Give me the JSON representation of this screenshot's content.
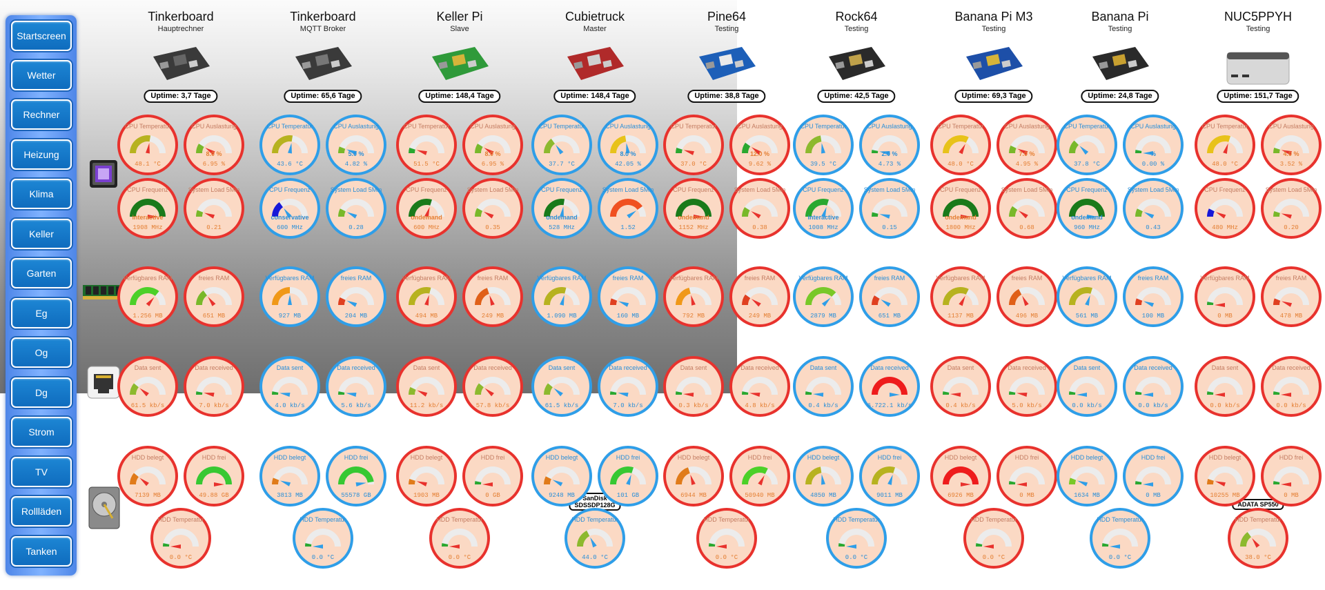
{
  "nav": [
    "Startscreen",
    "Wetter",
    "Rechner",
    "Heizung",
    "Klima",
    "Keller",
    "Garten",
    "Eg",
    "Og",
    "Dg",
    "Strom",
    "TV",
    "Rollläden",
    "Tanken"
  ],
  "colors": {
    "red_theme": "#e8322d",
    "blue_theme": "#2f9ee8",
    "face": "#fbd9c4"
  },
  "devices": [
    {
      "name": "Tinkerboard",
      "subtitle": "Hauptrechner",
      "uptime": "Uptime: 3,7 Tage",
      "theme": "red",
      "gauges": {
        "cpu_temp": {
          "label": "CPU Temperatur",
          "value": "48.1 °C",
          "level": 0.55,
          "color": "#b7b21f"
        },
        "cpu_load": {
          "label": "CPU Auslastung",
          "value": "6.95 %",
          "center": "8.0 %",
          "level": 0.18,
          "color": "#79b82a"
        },
        "cpu_freq": {
          "label": "CPU Frequenz",
          "value": "1908 MHz",
          "center": "interactive",
          "level": 1.0,
          "color": "#1a7a1a"
        },
        "sys_load": {
          "label": "System Load 5Min",
          "value": "0.21",
          "level": 0.12,
          "color": "#79b82a"
        },
        "ram_avail": {
          "label": "Verfügbares RAM",
          "value": "1.256 MB",
          "level": 0.72,
          "color": "#4cd028"
        },
        "ram_free": {
          "label": "freies RAM",
          "value": "651 MB",
          "level": 0.3,
          "color": "#79b82a"
        },
        "net_sent": {
          "label": "Data sent",
          "value": "61.5 kb/s",
          "level": 0.22,
          "color": "#8db92e"
        },
        "net_recv": {
          "label": "Data received",
          "value": "7.0 kb/s",
          "level": 0.06,
          "color": "#2aa830"
        },
        "hdd_used": {
          "label": "HDD belegt",
          "value": "7139 MB",
          "level": 0.22,
          "color": "#e07b1a"
        },
        "hdd_free": {
          "label": "HDD frei",
          "value": "49.88 GB",
          "level": 1.0,
          "color": "#37c832"
        },
        "hdd_temp": {
          "label": "HDD Temperatur",
          "value": "0.0 °C",
          "level": 0.0,
          "color": "#2aa830"
        }
      }
    },
    {
      "name": "Tinkerboard",
      "subtitle": "MQTT Broker",
      "uptime": "Uptime: 65,6 Tage",
      "theme": "blue",
      "gauges": {
        "cpu_temp": {
          "label": "CPU Temperatur",
          "value": "43.6 °C",
          "level": 0.55,
          "color": "#b7b21f"
        },
        "cpu_load": {
          "label": "CPU Auslastung",
          "value": "4.82 %",
          "center": "5.0 %",
          "level": 0.12,
          "color": "#79b82a"
        },
        "cpu_freq": {
          "label": "CPU Frequenz",
          "value": "600 MHz",
          "center": "conservative",
          "level": 0.3,
          "color": "#1818d8"
        },
        "sys_load": {
          "label": "System Load 5Min",
          "value": "0.28",
          "level": 0.15,
          "color": "#79b82a"
        },
        "ram_avail": {
          "label": "Verfügbares RAM",
          "value": "927 MB",
          "level": 0.5,
          "color": "#f09818"
        },
        "ram_free": {
          "label": "freies RAM",
          "value": "204 MB",
          "level": 0.14,
          "color": "#e04020"
        },
        "net_sent": {
          "label": "Data sent",
          "value": "4.0 kb/s",
          "level": 0.05,
          "color": "#2aa830"
        },
        "net_recv": {
          "label": "Data received",
          "value": "5.6 kb/s",
          "level": 0.05,
          "color": "#2aa830"
        },
        "hdd_used": {
          "label": "HDD belegt",
          "value": "3813 MB",
          "level": 0.12,
          "color": "#e07b1a"
        },
        "hdd_free": {
          "label": "HDD frei",
          "value": "55578 GB",
          "level": 0.95,
          "color": "#37c832"
        },
        "hdd_temp": {
          "label": "HDD Temperatur",
          "value": "0.0 °C",
          "level": 0.0,
          "color": "#2aa830"
        }
      }
    },
    {
      "name": "Keller Pi",
      "subtitle": "Slave",
      "uptime": "Uptime: 148,4 Tage",
      "theme": "red",
      "gauges": {
        "cpu_temp": {
          "label": "CPU Temperatur",
          "value": "51.5 °C",
          "level": 0.1,
          "color": "#2aa830"
        },
        "cpu_load": {
          "label": "CPU Auslastung",
          "value": "6.95 %",
          "center": "8.0 %",
          "level": 0.18,
          "color": "#79b82a"
        },
        "cpu_freq": {
          "label": "CPU Frequenz",
          "value": "600 MHz",
          "center": "ondemand",
          "level": 0.6,
          "color": "#1a7a1a"
        },
        "sys_load": {
          "label": "System Load 5Min",
          "value": "0.35",
          "level": 0.16,
          "color": "#79b82a"
        },
        "ram_avail": {
          "label": "Verfügbares RAM",
          "value": "494 MB",
          "level": 0.58,
          "color": "#b7b21f"
        },
        "ram_free": {
          "label": "freies RAM",
          "value": "249 MB",
          "level": 0.4,
          "color": "#e06018"
        },
        "net_sent": {
          "label": "Data sent",
          "value": "11.2 kb/s",
          "level": 0.14,
          "color": "#8db92e"
        },
        "net_recv": {
          "label": "Data received",
          "value": "57.8 kb/s",
          "level": 0.22,
          "color": "#8db92e"
        },
        "hdd_used": {
          "label": "HDD belegt",
          "value": "1903 MB",
          "level": 0.1,
          "color": "#e07b1a"
        },
        "hdd_free": {
          "label": "HDD frei",
          "value": "0 GB",
          "level": 0.0,
          "color": "#2aa830"
        },
        "hdd_temp": {
          "label": "HDD Temperatur",
          "value": "0.0 °C",
          "level": 0.0,
          "color": "#2aa830"
        }
      }
    },
    {
      "name": "Cubietruck",
      "subtitle": "Master",
      "uptime": "Uptime: 148,4 Tage",
      "theme": "blue",
      "hdd_label": [
        "SanDisk",
        "SDSSDP128G"
      ],
      "gauges": {
        "cpu_temp": {
          "label": "CPU Temperatur",
          "value": "37.7 °C",
          "level": 0.3,
          "color": "#8db92e"
        },
        "cpu_load": {
          "label": "CPU Auslastung",
          "value": "42.05 %",
          "center": "8.0 %",
          "level": 0.45,
          "color": "#e8c21a"
        },
        "cpu_freq": {
          "label": "CPU Frequenz",
          "value": "528 MHz",
          "center": "ondemand",
          "level": 0.55,
          "color": "#1a7a1a"
        },
        "sys_load": {
          "label": "System Load 5Min",
          "value": "1.52",
          "level": 0.8,
          "color": "#f05020"
        },
        "ram_avail": {
          "label": "Verfügbares RAM",
          "value": "1.090 MB",
          "level": 0.58,
          "color": "#b7b21f"
        },
        "ram_free": {
          "label": "freies RAM",
          "value": "160 MB",
          "level": 0.12,
          "color": "#e04020"
        },
        "net_sent": {
          "label": "Data sent",
          "value": "61.5 kb/s",
          "level": 0.22,
          "color": "#8db92e"
        },
        "net_recv": {
          "label": "Data received",
          "value": "7.0 kb/s",
          "level": 0.06,
          "color": "#2aa830"
        },
        "hdd_used": {
          "label": "HDD belegt",
          "value": "9248 MB",
          "level": 0.15,
          "color": "#e07b1a"
        },
        "hdd_free": {
          "label": "HDD frei",
          "value": "101 GB",
          "level": 0.6,
          "color": "#37c832"
        },
        "hdd_temp": {
          "label": "HDD Temperatur",
          "value": "44.0 °C",
          "level": 0.35,
          "color": "#8db92e"
        }
      }
    },
    {
      "name": "Pine64",
      "subtitle": "Testing",
      "uptime": "Uptime: 38,8 Tage",
      "theme": "red",
      "gauges": {
        "cpu_temp": {
          "label": "CPU Temperatur",
          "value": "37.0 °C",
          "level": 0.1,
          "color": "#2aa830"
        },
        "cpu_load": {
          "label": "CPU Auslastung",
          "value": "9.62 %",
          "center": "12.0 %",
          "level": 0.2,
          "color": "#2aa830"
        },
        "cpu_freq": {
          "label": "CPU Frequenz",
          "value": "1152 MHz",
          "center": "ondemand",
          "level": 1.0,
          "color": "#1a7a1a"
        },
        "sys_load": {
          "label": "System Load 5Min",
          "value": "0.38",
          "level": 0.18,
          "color": "#79b82a"
        },
        "ram_avail": {
          "label": "Verfügbares RAM",
          "value": "792 MB",
          "level": 0.42,
          "color": "#f09818"
        },
        "ram_free": {
          "label": "freies RAM",
          "value": "249 MB",
          "level": 0.2,
          "color": "#e04020"
        },
        "net_sent": {
          "label": "Data sent",
          "value": "0.3 kb/s",
          "level": 0.02,
          "color": "#2aa830"
        },
        "net_recv": {
          "label": "Data received",
          "value": "4.8 kb/s",
          "level": 0.05,
          "color": "#2aa830"
        },
        "hdd_used": {
          "label": "HDD belegt",
          "value": "6944 MB",
          "level": 0.4,
          "color": "#e07b1a"
        },
        "hdd_free": {
          "label": "HDD frei",
          "value": "50940 MB",
          "level": 0.65,
          "color": "#4cd028"
        },
        "hdd_temp": {
          "label": "HDD Temperatur",
          "value": "0.0 °C",
          "level": 0.0,
          "color": "#2aa830"
        }
      }
    },
    {
      "name": "Rock64",
      "subtitle": "Testing",
      "uptime": "Uptime: 42,5 Tage",
      "theme": "blue",
      "gauges": {
        "cpu_temp": {
          "label": "CPU Temperatur",
          "value": "39.5 °C",
          "level": 0.45,
          "color": "#8db92e"
        },
        "cpu_load": {
          "label": "CPU Auslastung",
          "value": "4.73 %",
          "center": "2.0 %",
          "level": 0.05,
          "color": "#2aa830"
        },
        "cpu_freq": {
          "label": "CPU Frequenz",
          "value": "1008 MHz",
          "center": "interactive",
          "level": 0.6,
          "color": "#2aa830"
        },
        "sys_load": {
          "label": "System Load 5Min",
          "value": "0.15",
          "level": 0.08,
          "color": "#2aa830"
        },
        "ram_avail": {
          "label": "Verfügbares RAM",
          "value": "2879 MB",
          "level": 0.75,
          "color": "#79c828"
        },
        "ram_free": {
          "label": "freies RAM",
          "value": "651 MB",
          "level": 0.18,
          "color": "#e04020"
        },
        "net_sent": {
          "label": "Data sent",
          "value": "0.4 kb/s",
          "level": 0.02,
          "color": "#2aa830"
        },
        "net_recv": {
          "label": "Data received",
          "value": "6.722.1 kb/s",
          "level": 1.0,
          "color": "#ee1c1c"
        },
        "hdd_used": {
          "label": "HDD belegt",
          "value": "4850 MB",
          "level": 0.45,
          "color": "#b7b21f"
        },
        "hdd_free": {
          "label": "HDD frei",
          "value": "9011 MB",
          "level": 0.6,
          "color": "#b7b21f"
        },
        "hdd_temp": {
          "label": "HDD Temperatur",
          "value": "0.0 °C",
          "level": 0.0,
          "color": "#2aa830"
        }
      }
    },
    {
      "name": "Banana Pi M3",
      "subtitle": "Testing",
      "uptime": "Uptime: 69,3 Tage",
      "theme": "red",
      "gauges": {
        "cpu_temp": {
          "label": "CPU Temperatur",
          "value": "48.0 °C",
          "level": 0.65,
          "color": "#e8c21a"
        },
        "cpu_load": {
          "label": "CPU Auslastung",
          "value": "4.95 %",
          "center": "7.0 %",
          "level": 0.14,
          "color": "#79b82a"
        },
        "cpu_freq": {
          "label": "CPU Frequenz",
          "value": "1800 MHz",
          "center": "ondemand",
          "level": 1.0,
          "color": "#1a7a1a"
        },
        "sys_load": {
          "label": "System Load 5Min",
          "value": "0.68",
          "level": 0.2,
          "color": "#79b82a"
        },
        "ram_avail": {
          "label": "Verfügbares RAM",
          "value": "1137 MB",
          "level": 0.65,
          "color": "#b7b21f"
        },
        "ram_free": {
          "label": "freies RAM",
          "value": "496 MB",
          "level": 0.35,
          "color": "#e06018"
        },
        "net_sent": {
          "label": "Data sent",
          "value": "0.4 kb/s",
          "level": 0.02,
          "color": "#2aa830"
        },
        "net_recv": {
          "label": "Data received",
          "value": "5.0 kb/s",
          "level": 0.05,
          "color": "#2aa830"
        },
        "hdd_used": {
          "label": "HDD belegt",
          "value": "6926 MB",
          "level": 1.0,
          "color": "#ee1c1c"
        },
        "hdd_free": {
          "label": "HDD frei",
          "value": "0 MB",
          "level": 0.0,
          "color": "#2aa830"
        },
        "hdd_temp": {
          "label": "HDD Temperatur",
          "value": "0.0 °C",
          "level": 0.0,
          "color": "#2aa830"
        }
      }
    },
    {
      "name": "Banana Pi",
      "subtitle": "Testing",
      "uptime": "Uptime: 24,8 Tage",
      "theme": "blue",
      "gauges": {
        "cpu_temp": {
          "label": "CPU Temperatur",
          "value": "37.8 °C",
          "level": 0.25,
          "color": "#79b82a"
        },
        "cpu_load": {
          "label": "CPU Auslastung",
          "value": "0.00 %",
          "center": "%",
          "level": 0.0,
          "color": "#2aa830"
        },
        "cpu_freq": {
          "label": "CPU Frequenz",
          "value": "960 MHz",
          "center": "ondemand",
          "level": 1.0,
          "color": "#1a7a1a"
        },
        "sys_load": {
          "label": "System Load 5Min",
          "value": "0.43",
          "level": 0.15,
          "color": "#79b82a"
        },
        "ram_avail": {
          "label": "Verfügbares RAM",
          "value": "561 MB",
          "level": 0.6,
          "color": "#b7b21f"
        },
        "ram_free": {
          "label": "freies RAM",
          "value": "100 MB",
          "level": 0.12,
          "color": "#e04020"
        },
        "net_sent": {
          "label": "Data sent",
          "value": "0.0 kb/s",
          "level": 0.0,
          "color": "#2aa830"
        },
        "net_recv": {
          "label": "Data received",
          "value": "0.0 kb/s",
          "level": 0.0,
          "color": "#2aa830"
        },
        "hdd_used": {
          "label": "HDD belegt",
          "value": "1634 MB",
          "level": 0.12,
          "color": "#79c828"
        },
        "hdd_free": {
          "label": "HDD frei",
          "value": "0 MB",
          "level": 0.0,
          "color": "#2aa830"
        },
        "hdd_temp": {
          "label": "HDD Temperatur",
          "value": "0.0 °C",
          "level": 0.0,
          "color": "#2aa830"
        }
      }
    },
    {
      "name": "NUC5PPYH",
      "subtitle": "Testing",
      "uptime": "Uptime: 151,7 Tage",
      "theme": "red",
      "hdd_label": [
        "ADATA SP550"
      ],
      "gauges": {
        "cpu_temp": {
          "label": "CPU Temperatur",
          "value": "48.0 °C",
          "level": 0.6,
          "color": "#e8c21a"
        },
        "cpu_load": {
          "label": "CPU Auslastung",
          "value": "3.52 %",
          "center": "4.0 %",
          "level": 0.1,
          "color": "#79b82a"
        },
        "cpu_freq": {
          "label": "CPU Frequenz",
          "value": "480 MHz",
          "center": "",
          "level": 0.15,
          "color": "#1818d8"
        },
        "sys_load": {
          "label": "System Load 5Min",
          "value": "0.20",
          "level": 0.1,
          "color": "#79b82a"
        },
        "ram_avail": {
          "label": "Verfügbares RAM",
          "value": "0 MB",
          "level": 0.0,
          "color": "#2aa830"
        },
        "ram_free": {
          "label": "freies RAM",
          "value": "478 MB",
          "level": 0.12,
          "color": "#e04020"
        },
        "net_sent": {
          "label": "Data sent",
          "value": "0.0 kb/s",
          "level": 0.0,
          "color": "#2aa830"
        },
        "net_recv": {
          "label": "Data received",
          "value": "0.0 kb/s",
          "level": 0.0,
          "color": "#2aa830"
        },
        "hdd_used": {
          "label": "HDD belegt",
          "value": "10255 MB",
          "level": 0.1,
          "color": "#e07b1a"
        },
        "hdd_free": {
          "label": "HDD frei",
          "value": "0 MB",
          "level": 0.0,
          "color": "#2aa830"
        },
        "hdd_temp": {
          "label": "HDD Temperatur",
          "value": "38.0 °C",
          "level": 0.3,
          "color": "#8db92e"
        }
      }
    }
  ]
}
